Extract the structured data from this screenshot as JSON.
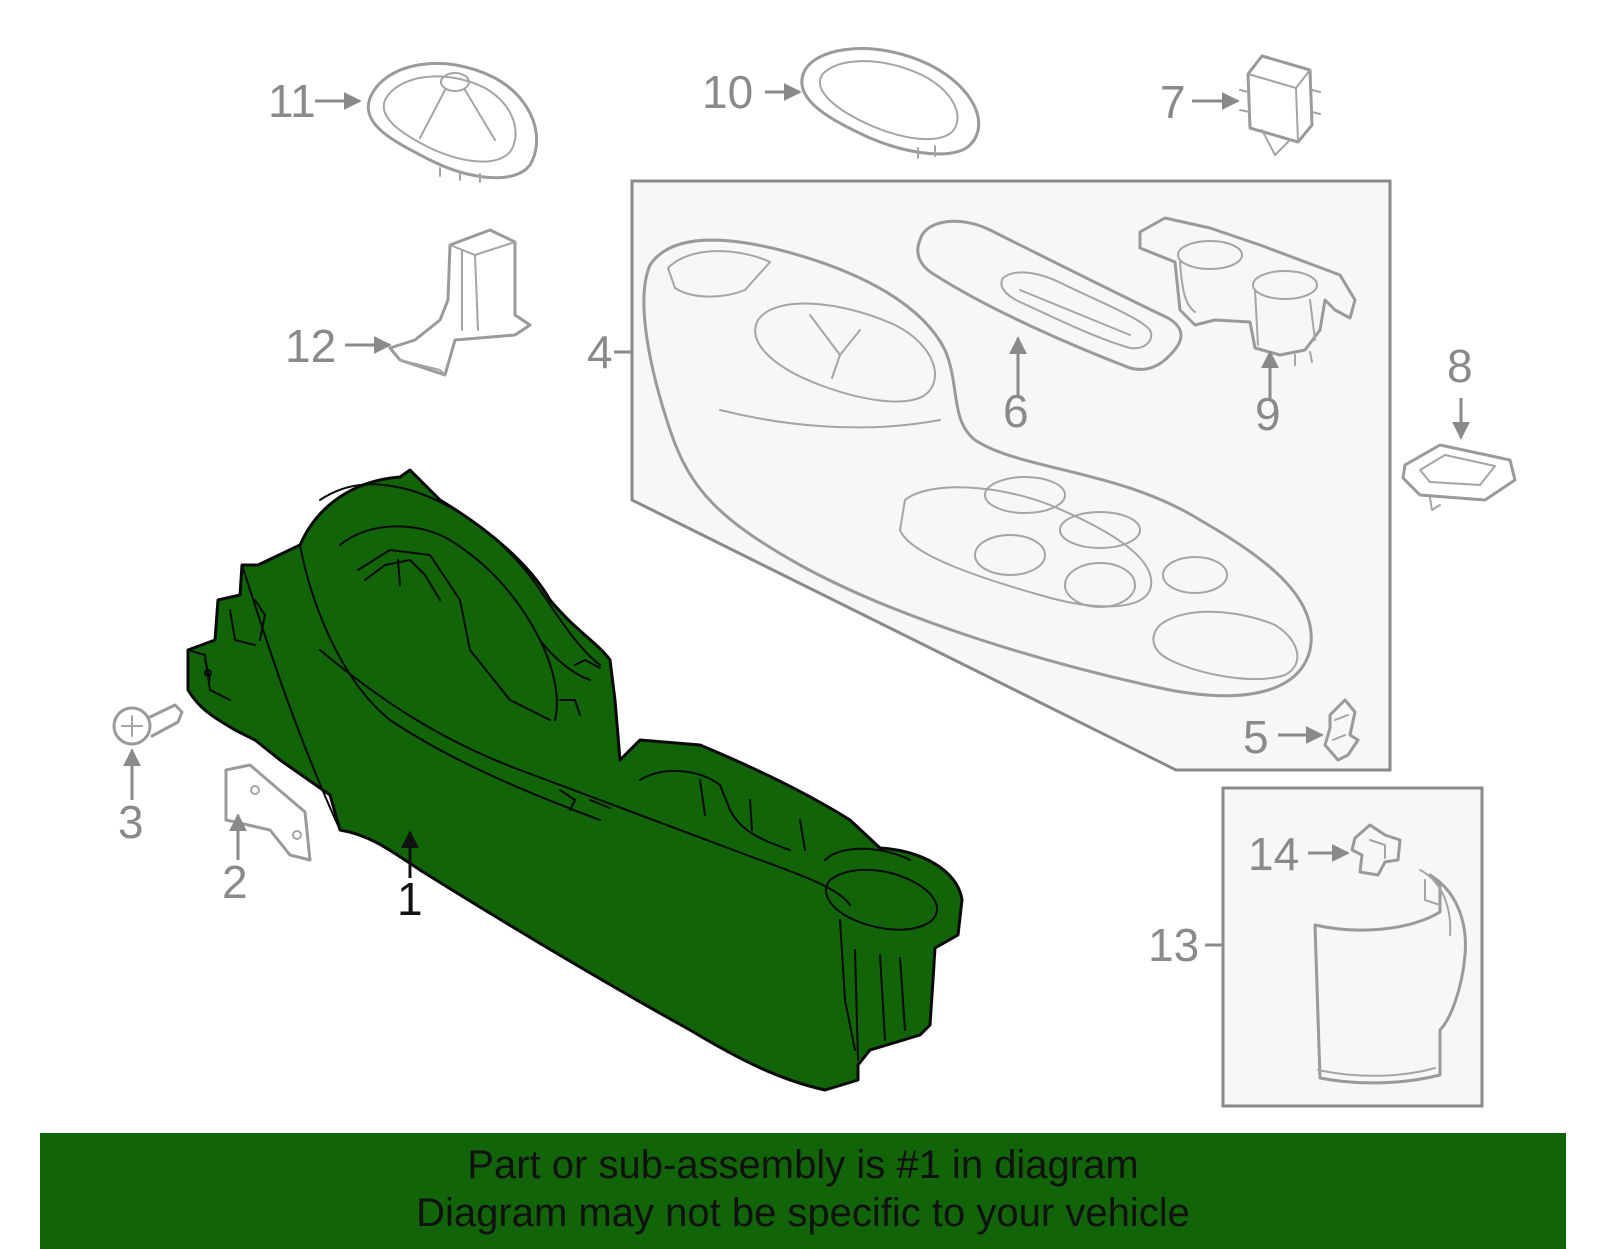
{
  "colors": {
    "highlight": "#116408",
    "outline": "#9a9a9a",
    "label": "#8a8a8a",
    "main_outline": "#0a0a0a"
  },
  "callouts": {
    "c1": "1",
    "c2": "2",
    "c3": "3",
    "c4": "4",
    "c5": "5",
    "c6": "6",
    "c7": "7",
    "c8": "8",
    "c9": "9",
    "c10": "10",
    "c11": "11",
    "c12": "12",
    "c13": "13",
    "c14": "14"
  },
  "highlighted_part": "1",
  "banner": {
    "line1": "Part or sub-assembly is #1 in diagram",
    "line2": "Diagram may not be specific to your vehicle"
  }
}
